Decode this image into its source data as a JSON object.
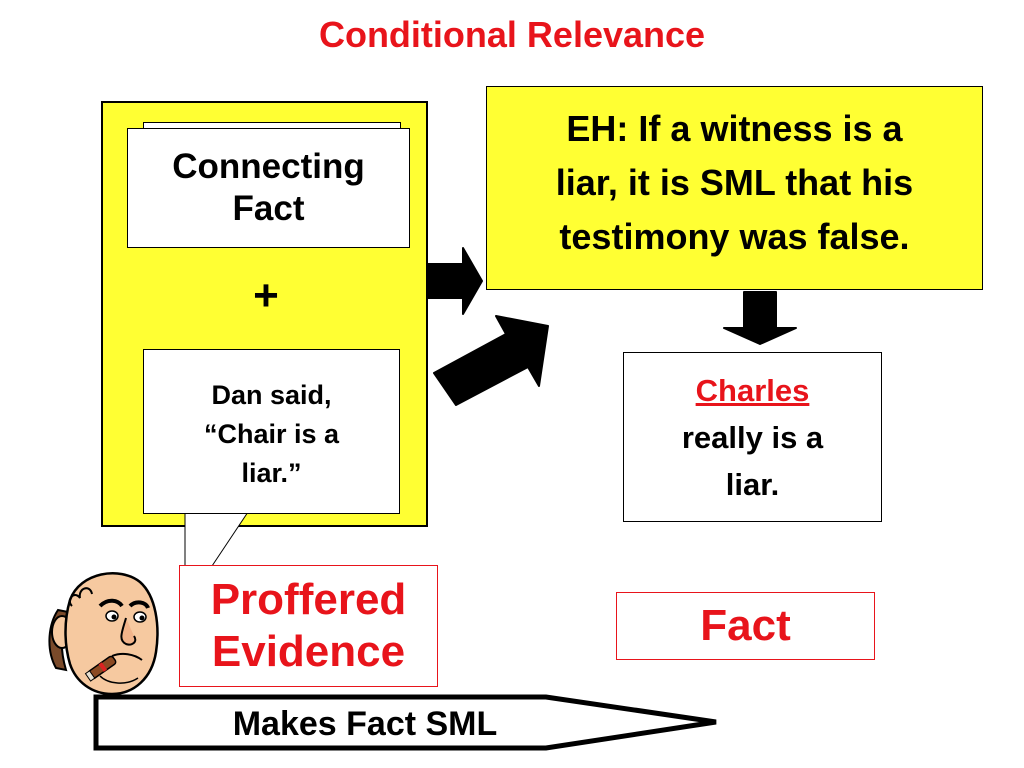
{
  "title": "Conditional Relevance",
  "connecting_fact": {
    "label": "Connecting Fact"
  },
  "operator": "+",
  "speech": {
    "line1": "Dan said,",
    "line2": "“Chair is a",
    "line3": "liar.”"
  },
  "evidentiary_hypothesis": {
    "line1": "EH: If a witness is a",
    "line2": "liar, it is SML that his",
    "line3": "testimony was false."
  },
  "fact_statement": {
    "name": "Charles",
    "line2": "really is a",
    "line3": "liar."
  },
  "proffered_evidence": {
    "line1": "Proffered",
    "line2": "Evidence"
  },
  "fact_label": "Fact",
  "makes_fact_sml": "Makes Fact SML",
  "colors": {
    "accent_red": "#e8141b",
    "highlight_yellow": "#ffff33"
  },
  "icons": [
    "cigar-man-icon"
  ]
}
